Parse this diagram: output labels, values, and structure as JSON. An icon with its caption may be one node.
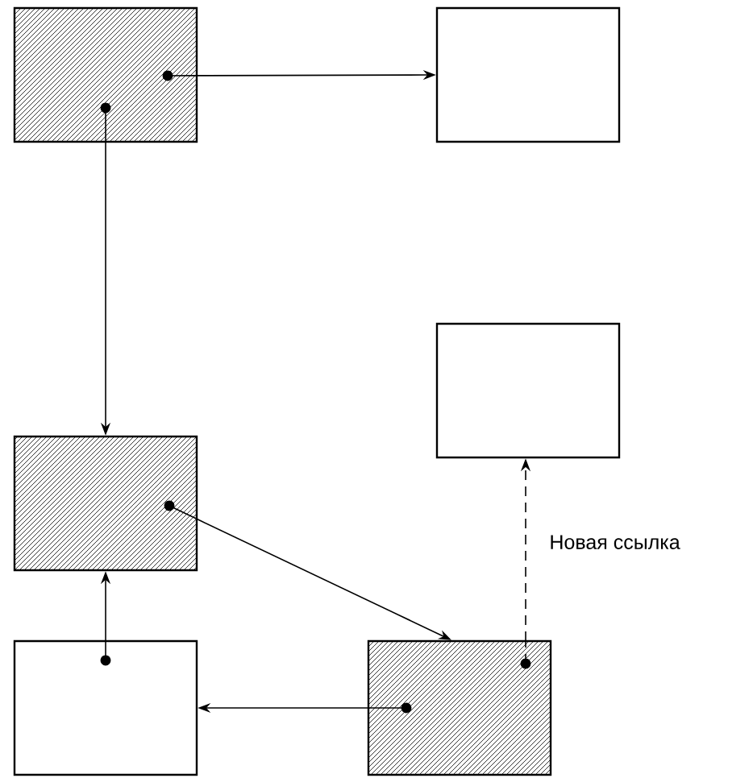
{
  "diagram": {
    "nodes": [
      {
        "text": [],
        "shape": "box"
      },
      {
        "text": [],
        "shape": "box"
      },
      {
        "text": [],
        "shape": "box"
      },
      {
        "text": [],
        "shape": "box"
      },
      {
        "text": [],
        "shape": "box"
      },
      {
        "text": [],
        "shape": "box"
      }
    ],
    "edges": [
      {
        "from": 0,
        "to": 1,
        "arrow": "to"
      },
      {
        "from": 0,
        "to": 3,
        "arrow": "to"
      },
      {
        "from": 3,
        "to": 5,
        "arrow": "to"
      },
      {
        "from": 4,
        "to": 3,
        "arrow": "to"
      },
      {
        "from": 5,
        "to": 4,
        "arrow": "to"
      },
      {
        "from": 5,
        "to": 2,
        "arrow": "to",
        "style": "dashed",
        "label": "Новая ссылка"
      }
    ]
  }
}
